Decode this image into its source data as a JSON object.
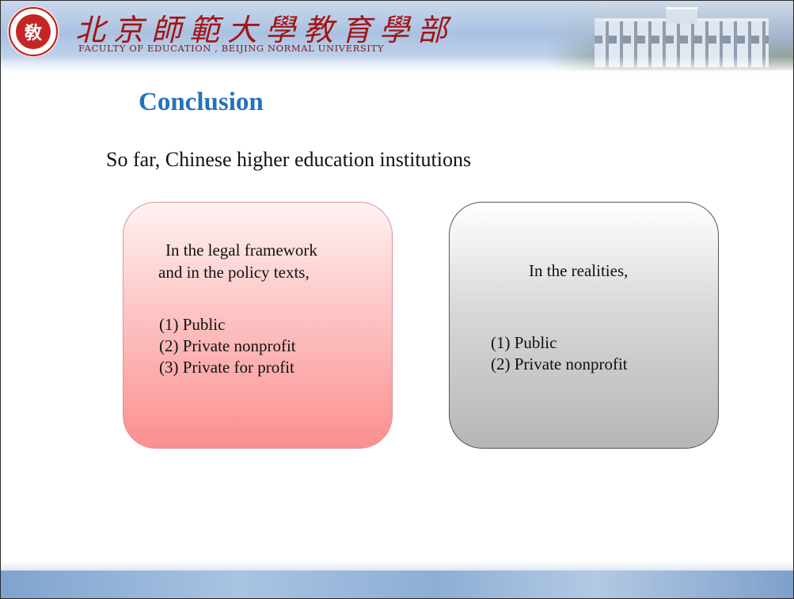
{
  "header": {
    "logo_text": "敎",
    "title_cn": "北京師範大學教育學部",
    "subtitle": "FACULTY OF EDUCATION , BEIJING NORMAL UNIVERSITY"
  },
  "slide": {
    "heading": "Conclusion",
    "lead": "So far, Chinese higher education institutions",
    "left_box": {
      "lines": [
        "In the legal framework",
        "and in the policy texts,"
      ],
      "items": [
        "(1) Public",
        "(2) Private nonprofit",
        "(3) Private for profit"
      ]
    },
    "right_box": {
      "lines": [
        "In the realities,"
      ],
      "items": [
        "(1) Public",
        "(2) Private nonprofit"
      ]
    }
  },
  "colors": {
    "heading": "#2672b9",
    "left_box": "#fb8f8f",
    "right_box": "#b6b6b6",
    "header_title": "#a31414"
  }
}
